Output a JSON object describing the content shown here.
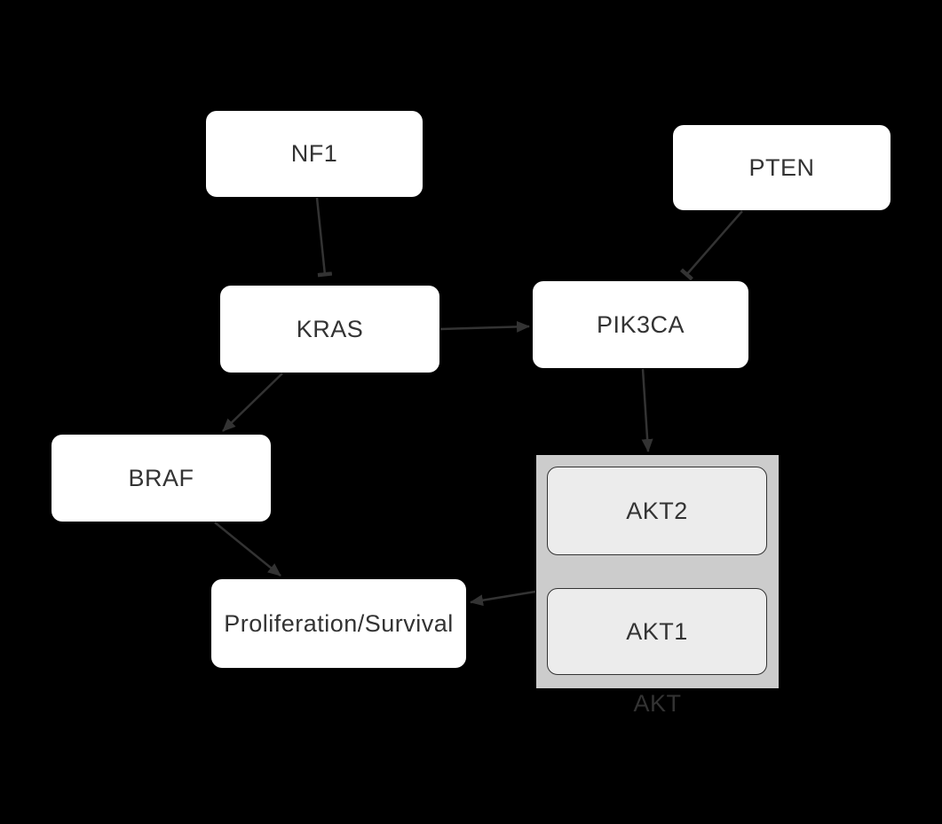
{
  "diagram": {
    "background_color": "#000000",
    "edge_color": "#333333",
    "node_fill": "#ffffff",
    "node_text_color": "#333333",
    "cluster_fill": "#cccccc",
    "cluster_node_fill": "#ececec",
    "nodes": {
      "nf1": {
        "label": "NF1"
      },
      "pten": {
        "label": "PTEN"
      },
      "kras": {
        "label": "KRAS"
      },
      "pik3ca": {
        "label": "PIK3CA"
      },
      "braf": {
        "label": "BRAF"
      },
      "prolif": {
        "label": "Proliferation/Survival"
      },
      "akt2": {
        "label": "AKT2"
      },
      "akt1": {
        "label": "AKT1"
      }
    },
    "cluster": {
      "label": "AKT"
    },
    "edges": [
      {
        "from": "NF1",
        "to": "KRAS",
        "type": "inhibition"
      },
      {
        "from": "PTEN",
        "to": "PIK3CA",
        "type": "inhibition"
      },
      {
        "from": "KRAS",
        "to": "PIK3CA",
        "type": "activation"
      },
      {
        "from": "KRAS",
        "to": "BRAF",
        "type": "activation"
      },
      {
        "from": "PIK3CA",
        "to": "AKT",
        "type": "activation"
      },
      {
        "from": "BRAF",
        "to": "Proliferation/Survival",
        "type": "activation"
      },
      {
        "from": "AKT",
        "to": "Proliferation/Survival",
        "type": "activation"
      }
    ]
  }
}
